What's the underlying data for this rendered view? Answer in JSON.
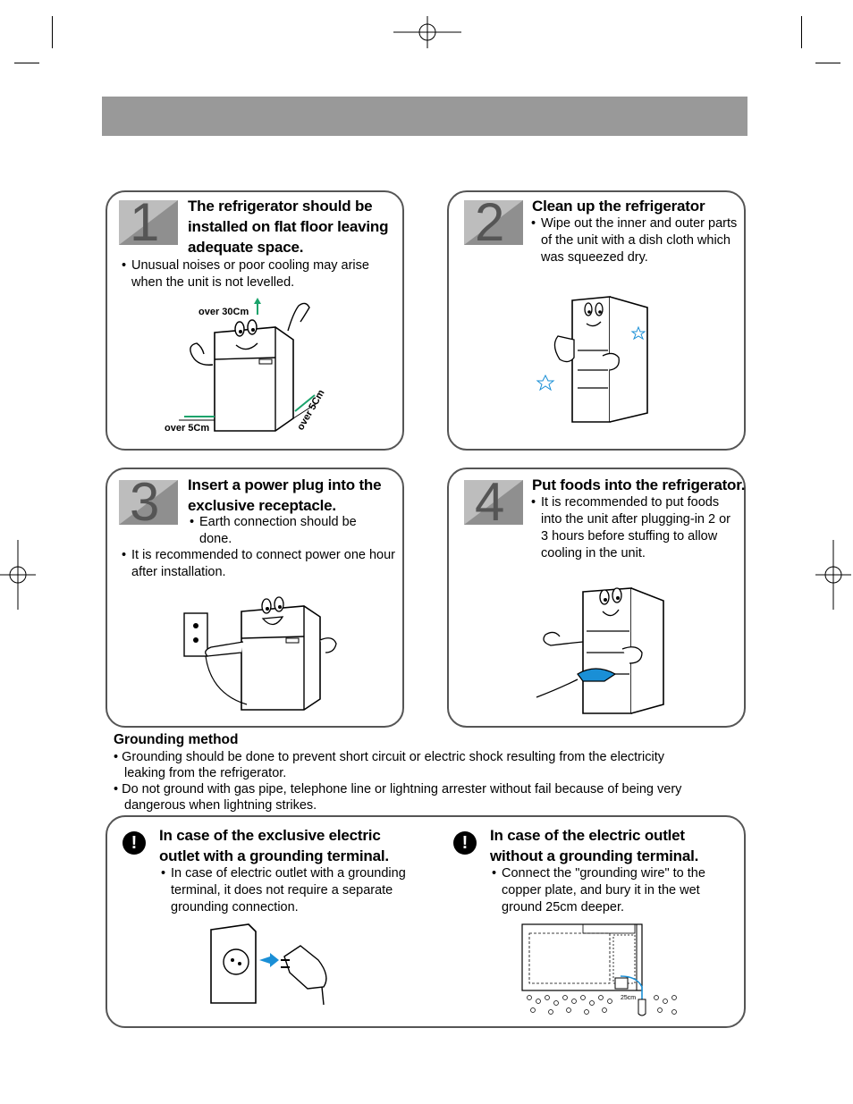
{
  "steps": [
    {
      "number": "1",
      "title": [
        "The refrigerator should be",
        "installed on flat floor leaving",
        "adequate space."
      ],
      "bullets": [
        "Unusual noises or poor cooling may arise when the unit is not levelled."
      ],
      "figure_labels": {
        "top": "over 30Cm",
        "left": "over 5Cm",
        "right": "over 5Cm"
      }
    },
    {
      "number": "2",
      "title": [
        "Clean up the refrigerator"
      ],
      "bullets": [
        "Wipe out the inner and outer parts of the unit with a dish cloth which was squeezed dry."
      ]
    },
    {
      "number": "3",
      "title": [
        "Insert a power plug into the",
        "exclusive receptacle."
      ],
      "sub_bullets": [
        "Earth connection should be done."
      ],
      "bullets": [
        "It is recommended to connect power one hour after installation."
      ]
    },
    {
      "number": "4",
      "title": [
        "Put foods into the refrigerator."
      ],
      "bullets": [
        "It is recommended to put foods into the unit after plugging-in 2 or 3 hours before stuffing to allow cooling in the unit."
      ]
    }
  ],
  "grounding": {
    "title": "Grounding method",
    "bullets": [
      [
        "Grounding should be done to prevent short circuit or electric shock resulting from the electricity",
        "leaking from the refrigerator."
      ],
      [
        "Do not ground with gas pipe, telephone line or lightning arrester without fail because of being very",
        "dangerous when lightning strikes."
      ]
    ],
    "cases": [
      {
        "icon_symbol": "!",
        "title": [
          "In case of the exclusive electric",
          "outlet with a grounding terminal."
        ],
        "bullets": [
          "In case of electric outlet with a grounding terminal, it does not require a separate grounding connection."
        ]
      },
      {
        "icon_symbol": "!",
        "title": [
          "In case of the electric outlet",
          "without a grounding terminal."
        ],
        "bullets": [
          "Connect the \"grounding wire\" to the copper plate, and bury it in the wet ground 25cm deeper."
        ],
        "figure_label": "25cm"
      }
    ]
  },
  "bullet_symbol": "•",
  "colors": {
    "header_bar": "#999999",
    "number_tile_light": "#bdbdbd",
    "number_tile_dark": "#8f8f8f",
    "arrow_green": "#1aa36b",
    "arrow_blue": "#1a8fd6"
  }
}
